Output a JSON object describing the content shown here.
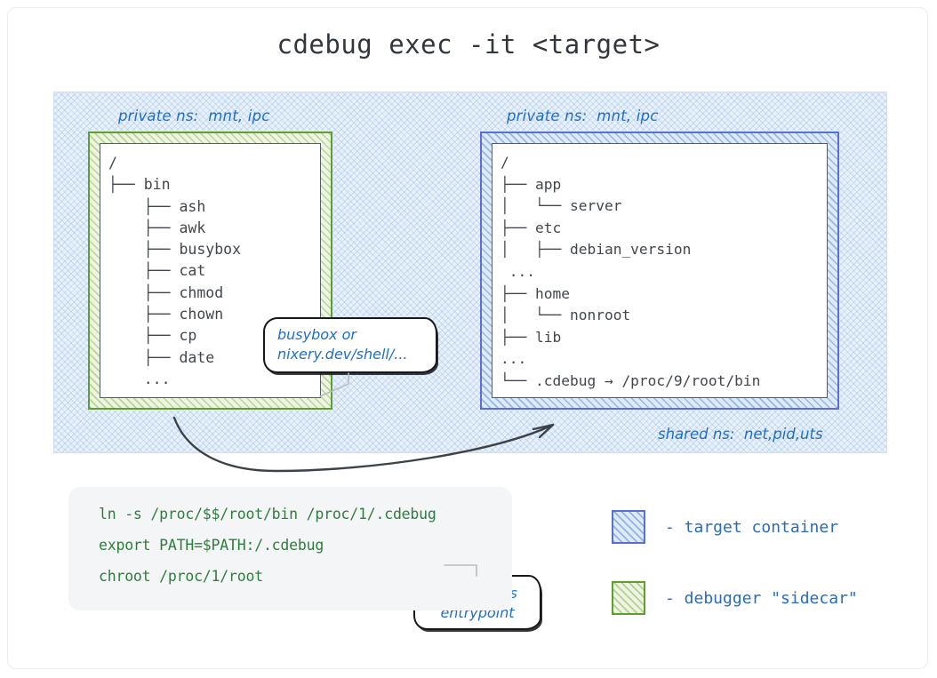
{
  "title": "cdebug exec -it <target>",
  "regions": {
    "shared": {
      "ns_label_left": "private ns:  mnt, ipc",
      "ns_label_right": "private ns:  mnt, ipc",
      "shared_ns_label": "shared ns:  net,pid,uts"
    }
  },
  "sidecar": {
    "tree": "/\n├── bin\n    ├── ash\n    ├── awk\n    ├── busybox\n    ├── cat\n    ├── chmod\n    ├── chown\n    ├── cp\n    ├── date\n    ...",
    "entries": [
      "/",
      "bin",
      "ash",
      "awk",
      "busybox",
      "cat",
      "chmod",
      "chown",
      "cp",
      "date",
      "..."
    ]
  },
  "target": {
    "tree": "/\n├── app\n│   └── server\n├── etc\n│   ├── debian_version\n ...\n├── home\n│   └── nonroot\n├── lib\n...\n└── .cdebug → /proc/9/root/bin",
    "entries": [
      "/",
      "app",
      "server",
      "etc",
      "debian_version",
      "...",
      "home",
      "nonroot",
      "lib",
      "...",
      ".cdebug → /proc/9/root/bin"
    ],
    "symlink_target": "/proc/9/root/bin"
  },
  "callouts": {
    "busybox": "busybox or\nnixery.dev/shell/...",
    "entrypoint": "debugger's\nentrypoint"
  },
  "code": {
    "lines": [
      "ln -s /proc/$$/root/bin /proc/1/.cdebug",
      "export PATH=$PATH:/.cdebug",
      "chroot /proc/1/root"
    ]
  },
  "legend": {
    "items": [
      {
        "label": "- target container",
        "swatch": "blue-hatch-swatch",
        "color": "#5a6fd0"
      },
      {
        "label": "- debugger \"sidecar\"",
        "swatch": "green-hatch-swatch",
        "color": "#5f9e2f"
      }
    ]
  },
  "colors": {
    "title": "#31373d",
    "tree_text": "#41474d",
    "annotation_blue": "#1f6fc4",
    "code_green": "#2e7d3e",
    "legend_blue": "#2b6cb8",
    "target_border": "#5a6fd0",
    "sidecar_border": "#5f9e2f",
    "shared_region_fill": "#e8f1fb"
  }
}
